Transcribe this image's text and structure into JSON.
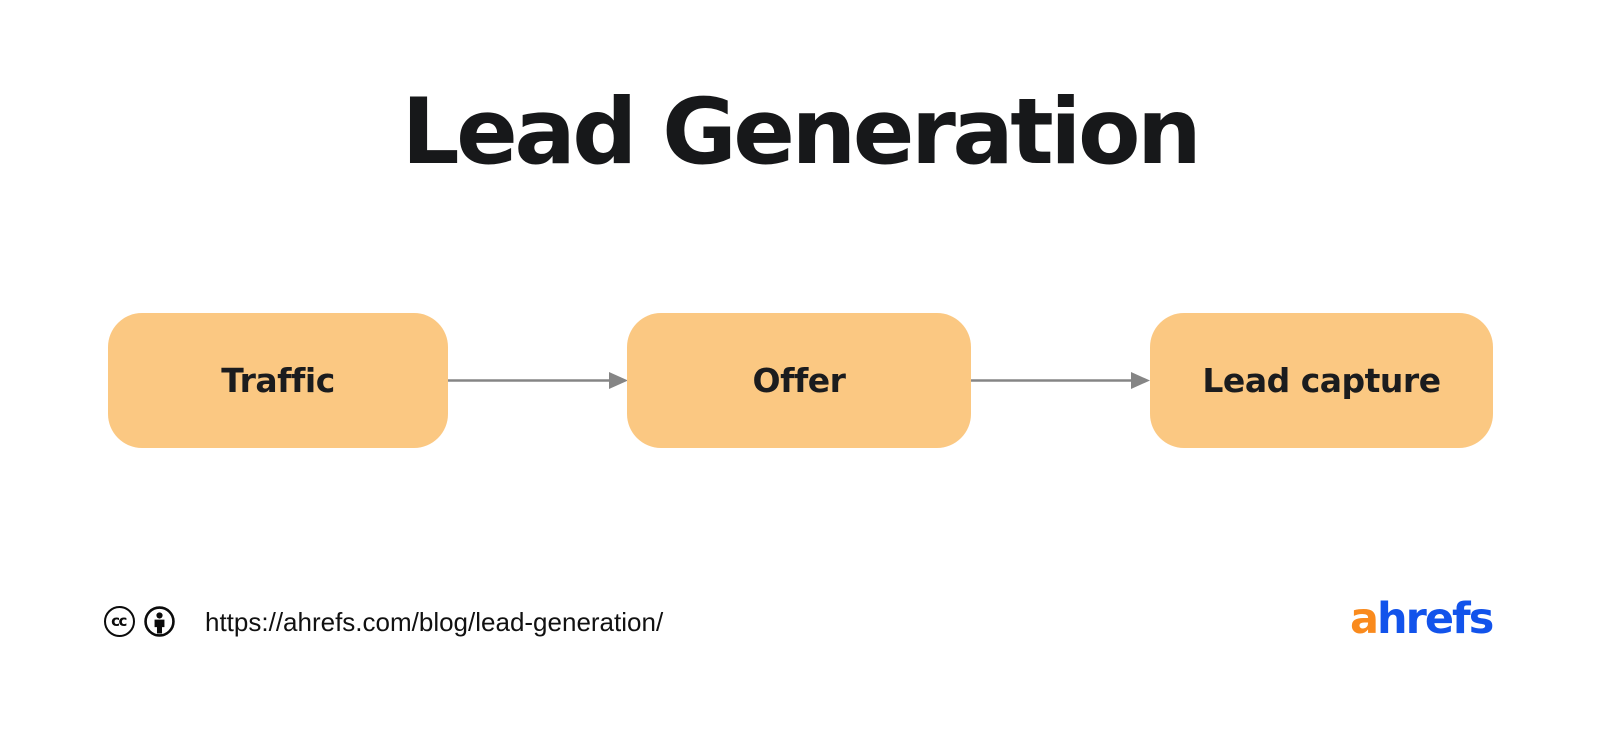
{
  "title": "Lead Generation",
  "flow": {
    "steps": [
      {
        "label": "Traffic"
      },
      {
        "label": "Offer"
      },
      {
        "label": "Lead capture"
      }
    ],
    "connector_icons": [
      "right-arrow-icon",
      "right-arrow-icon"
    ]
  },
  "footer": {
    "license": {
      "icons": [
        "cc-license-icon",
        "attribution-icon"
      ],
      "cc_label": "cc"
    },
    "source_url": "https://ahrefs.com/blog/lead-generation/",
    "brand": {
      "name": "ahrefs",
      "first_letter": "a",
      "rest": "hrefs"
    }
  },
  "colors": {
    "background": "#FFFFFF",
    "box_fill": "#FBC882",
    "box_text": "#1B1C1E",
    "title_text": "#17181A",
    "arrow": "#858585",
    "footer_text": "#111111",
    "icon_black": "#0B0B0B",
    "brand_orange": "#F98A1D",
    "brand_blue": "#1253EB"
  }
}
